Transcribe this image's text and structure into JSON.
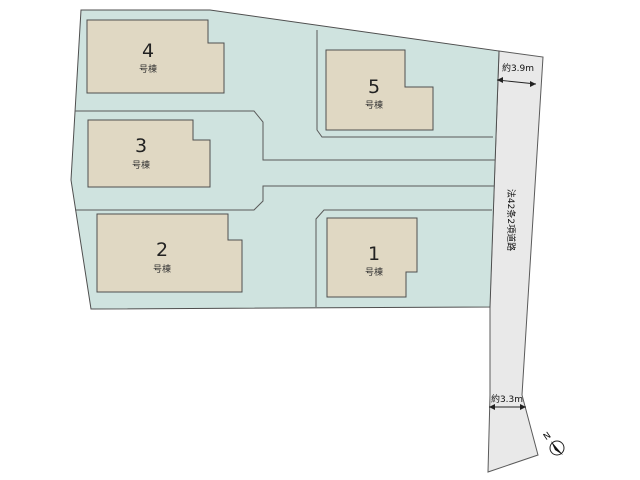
{
  "lots": [
    {
      "number": "1",
      "unit": "号棟"
    },
    {
      "number": "2",
      "unit": "号棟"
    },
    {
      "number": "3",
      "unit": "号棟"
    },
    {
      "number": "4",
      "unit": "号棟"
    },
    {
      "number": "5",
      "unit": "号棟"
    }
  ],
  "road": {
    "label": "法42条2項道路",
    "width_top": "約3.9m",
    "width_bottom": "約3.3m"
  },
  "compass": {
    "north": "N"
  },
  "colors": {
    "lot_fill": "#cfe3df",
    "building_fill": "#e0d8c3",
    "road_fill": "#e9e9e9"
  }
}
